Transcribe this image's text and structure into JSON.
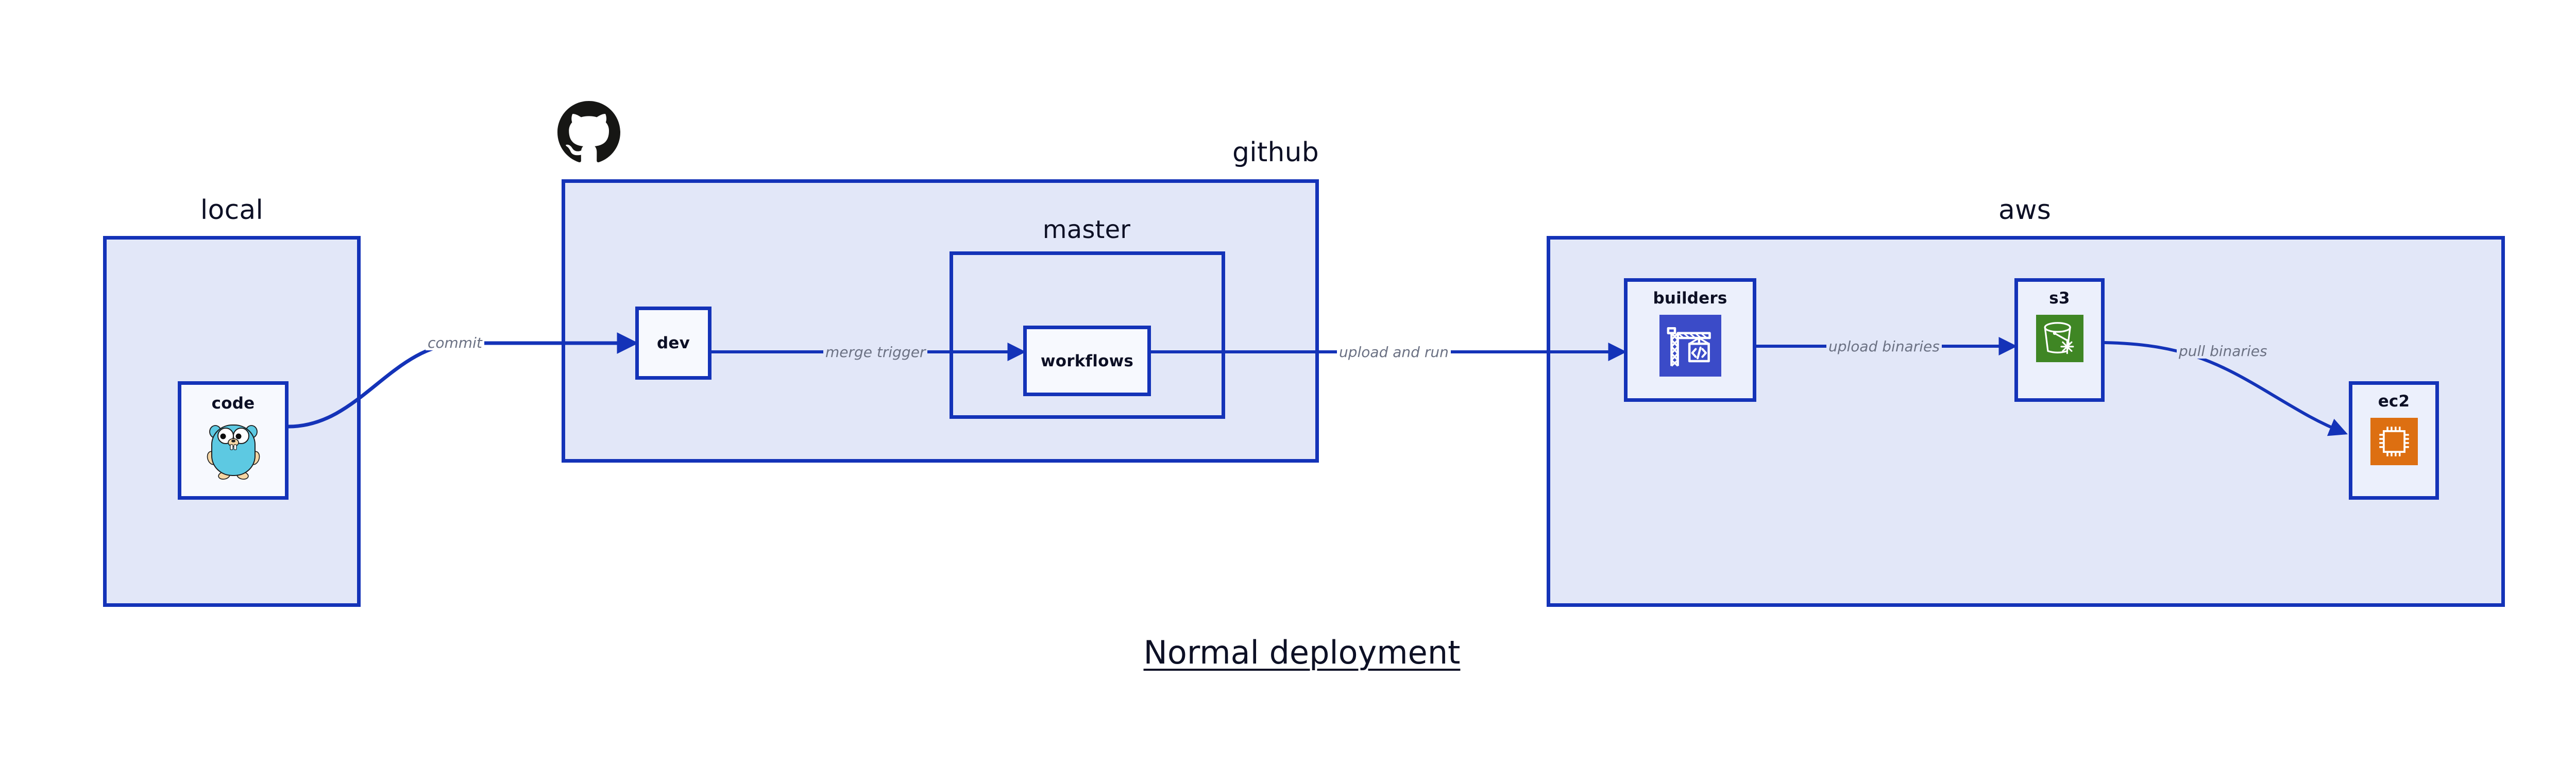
{
  "diagram": {
    "title": "Normal deployment",
    "brand_colors": {
      "edge_blue": "#1433b8",
      "group_fill": "#e2e7f8",
      "node_fill": "#ecf0fc",
      "node_fill_bright": "#f7f9fe",
      "label_text": "#0d1025",
      "edge_label_text": "#6b7183",
      "aws_builders_orange": "#3b4bc8",
      "aws_s3_green": "#3f8624",
      "aws_ec2_orange": "#dd6f11",
      "go_gopher_cyan": "#5dc9e2",
      "github_black": "#161614"
    },
    "groups": [
      {
        "id": "local",
        "label": "local",
        "label_align": "center"
      },
      {
        "id": "github",
        "label": "github",
        "label_align": "right"
      },
      {
        "id": "master",
        "label": "master",
        "label_align": "center"
      },
      {
        "id": "aws",
        "label": "aws",
        "label_align": "center"
      }
    ],
    "nodes": [
      {
        "id": "code",
        "label": "code",
        "icon": "go-gopher-icon",
        "group": "local"
      },
      {
        "id": "dev",
        "label": "dev",
        "icon": null,
        "group": "github"
      },
      {
        "id": "workflows",
        "label": "workflows",
        "icon": null,
        "group": "master"
      },
      {
        "id": "builders",
        "label": "builders",
        "icon": "aws-codebuild-icon",
        "group": "aws"
      },
      {
        "id": "s3",
        "label": "s3",
        "icon": "aws-s3-bucket-icon",
        "group": "aws"
      },
      {
        "id": "ec2",
        "label": "ec2",
        "icon": "aws-ec2-chip-icon",
        "group": "aws"
      }
    ],
    "edges": [
      {
        "id": "commit",
        "label": "commit",
        "from": "code",
        "to": "dev"
      },
      {
        "id": "merge-trigger",
        "label": "merge trigger",
        "from": "dev",
        "to": "workflows"
      },
      {
        "id": "upload-and-run",
        "label": "upload and run",
        "from": "workflows",
        "to": "builders"
      },
      {
        "id": "upload-binaries",
        "label": "upload binaries",
        "from": "builders",
        "to": "s3"
      },
      {
        "id": "pull-binaries",
        "label": "pull binaries",
        "from": "s3",
        "to": "ec2"
      }
    ],
    "icons": {
      "github_mark": "github-octocat-icon"
    }
  }
}
